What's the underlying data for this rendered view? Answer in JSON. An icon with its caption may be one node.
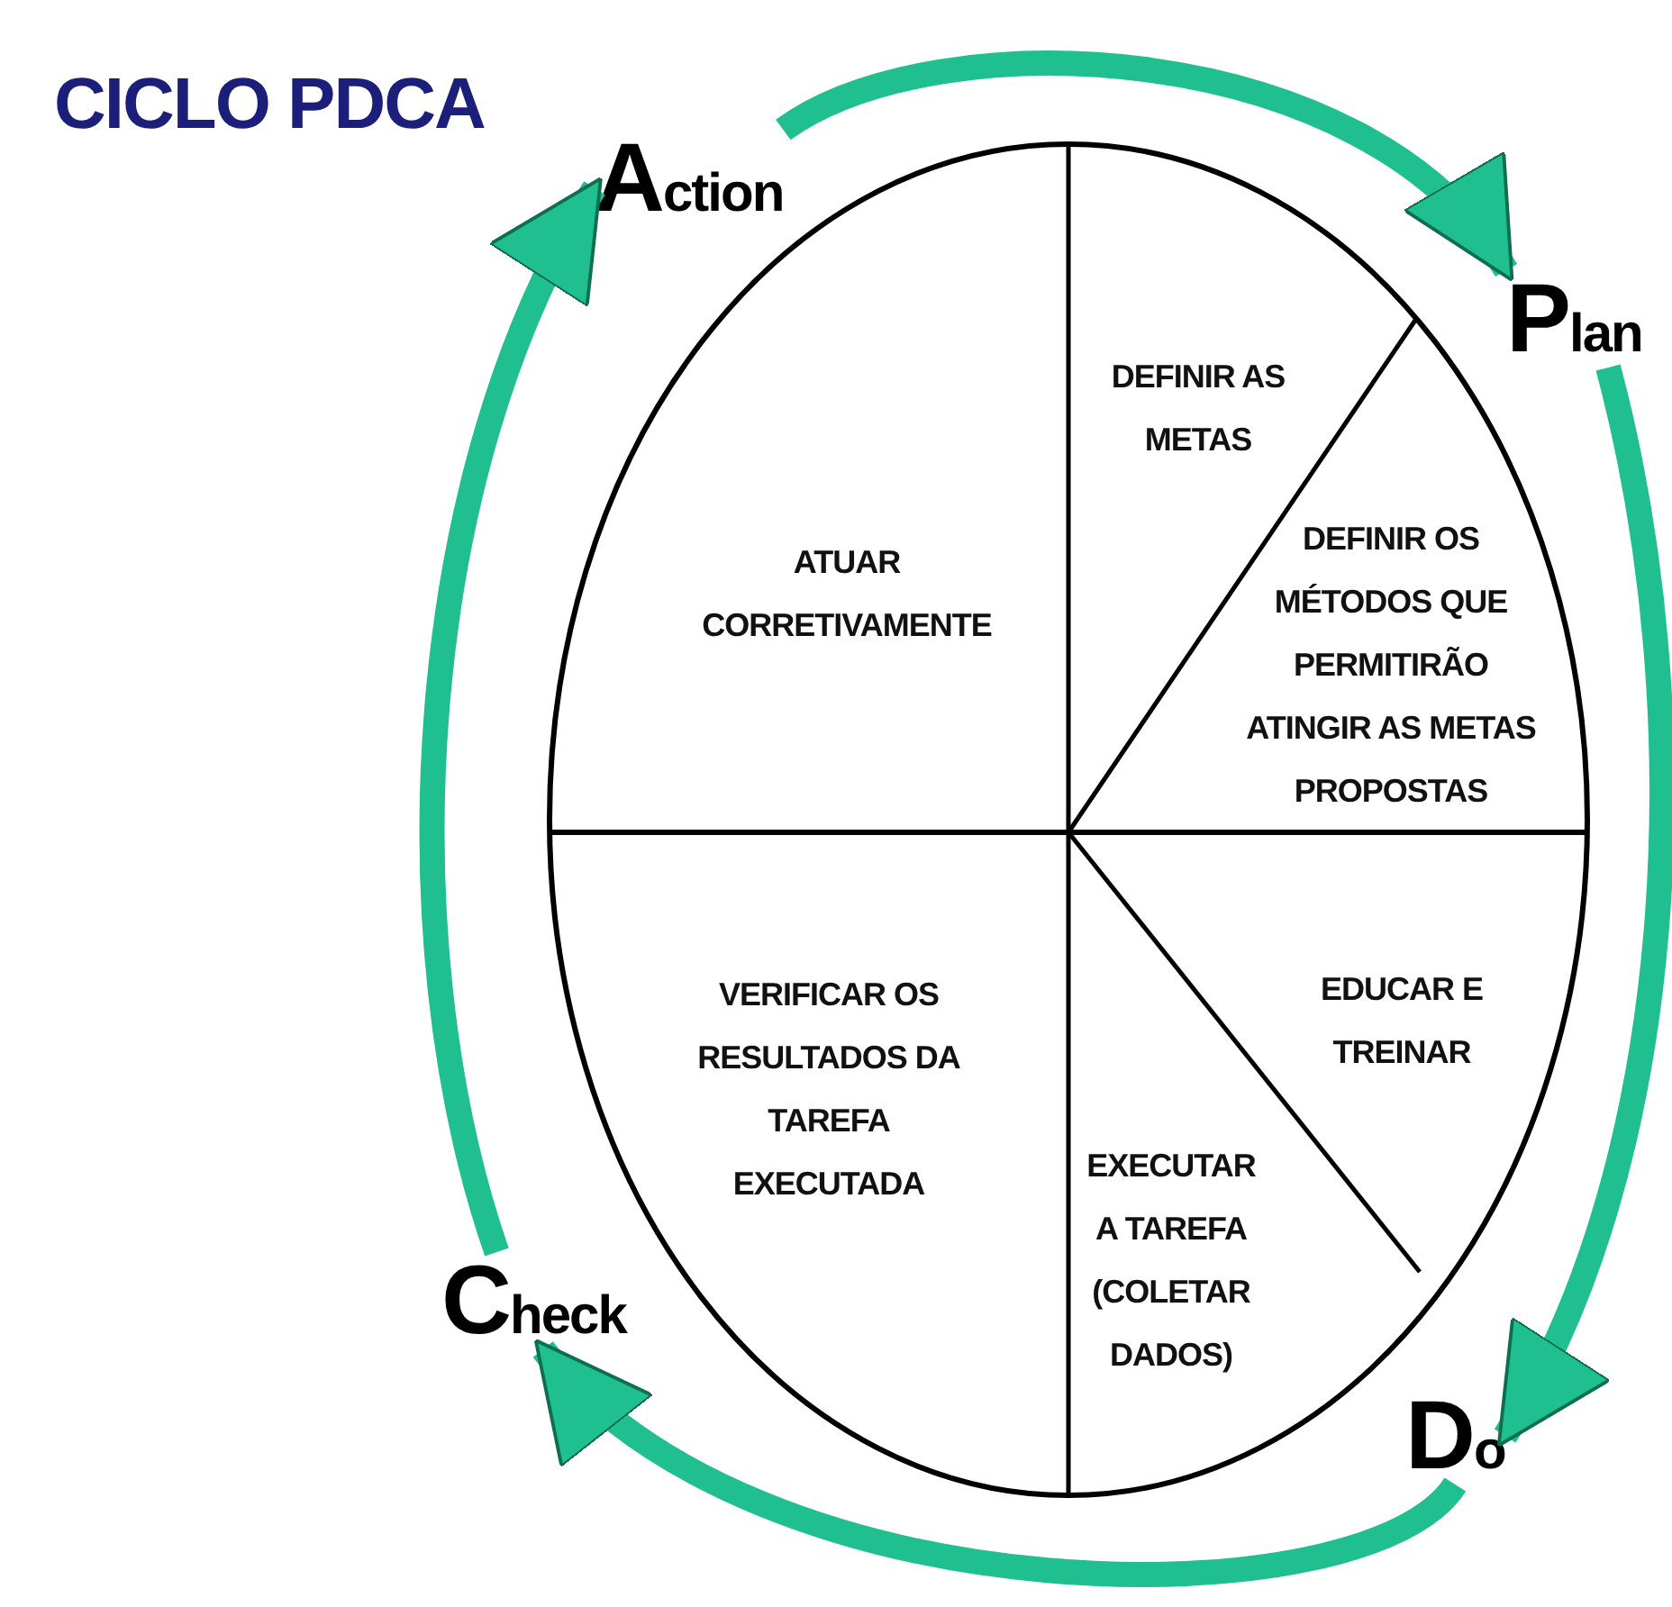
{
  "diagram": {
    "title": "CICLO PDCA",
    "nodes": [
      {
        "text": [
          "Action"
        ]
      },
      {
        "text": [
          "Plan"
        ]
      },
      {
        "text": [
          "DEFINIR AS METAS"
        ]
      },
      {
        "text": [
          "ATUAR CORRETIVAMENTE"
        ]
      },
      {
        "text": [
          "DEFINIR OS MÉTODOS QUE PERMITIRÃO ATINGIR AS METAS PROPOSTAS"
        ]
      },
      {
        "text": [
          "EDUCAR E TREINAR"
        ]
      },
      {
        "text": [
          "VERIFICAR OS RESULTADOS DA TAREFA EXECUTADA"
        ]
      },
      {
        "text": [
          "EXECUTAR A TAREFA (COLETAR DADOS)"
        ]
      },
      {
        "text": [
          "Check"
        ]
      },
      {
        "text": [
          "Do"
        ]
      }
    ],
    "edges": [
      {
        "from": 0,
        "to": 1,
        "arrow": "to"
      },
      {
        "from": 1,
        "to": 9,
        "arrow": "to"
      },
      {
        "from": 9,
        "to": 8,
        "arrow": "to"
      },
      {
        "from": 8,
        "to": 0,
        "arrow": "to"
      }
    ]
  }
}
